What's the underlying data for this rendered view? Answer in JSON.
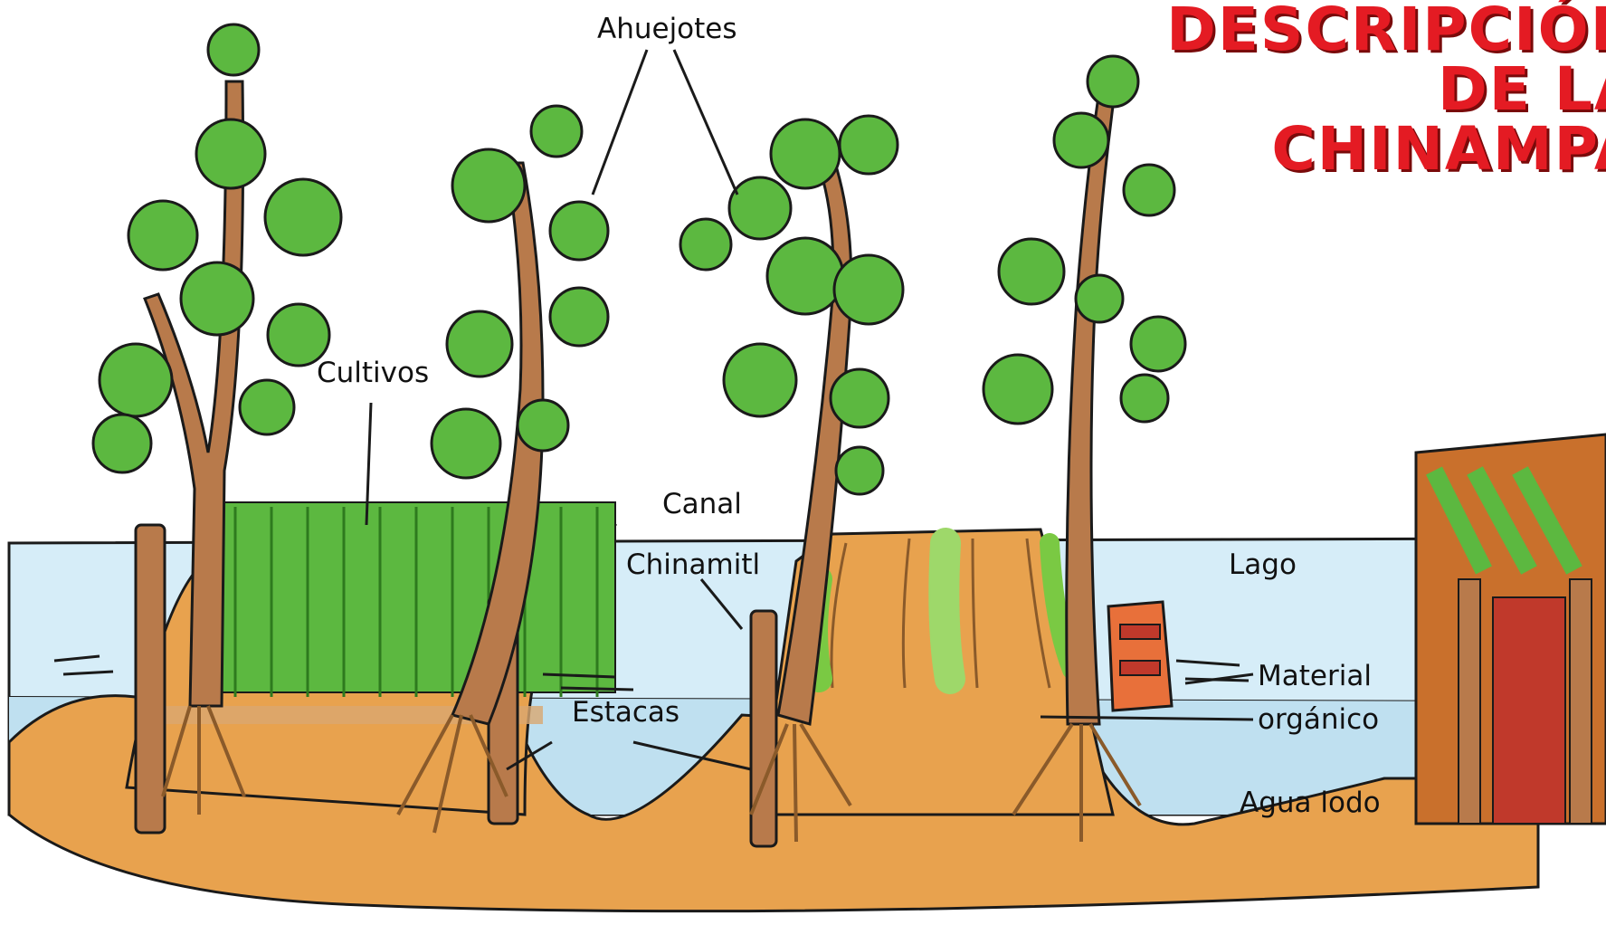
{
  "title": {
    "line1": "DESCRIPCIÓN",
    "line2": "DE LA",
    "line3": "CHINAMPA"
  },
  "labels": {
    "ahuejotes": "Ahuejotes",
    "cultivos": "Cultivos",
    "canal": "Canal",
    "chinamitl": "Chinamitl",
    "lago": "Lago",
    "material": "Material",
    "organico": "orgánico",
    "estacas": "Estacas",
    "agua_lodo": "Agua lodo"
  },
  "colors": {
    "title": "#e41b23",
    "water": "#cfe8f4",
    "soil": "#e8a24e",
    "foliage": "#5cb840",
    "trunk": "#b87a4b",
    "crops": "#7ac943"
  }
}
